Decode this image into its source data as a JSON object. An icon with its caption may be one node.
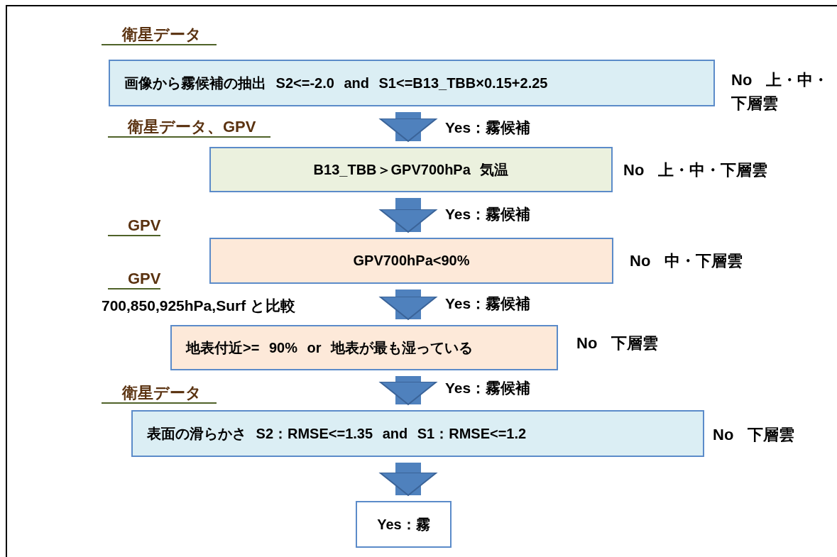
{
  "diagram": {
    "nodes": [
      {
        "text": [
          "画像から霧候補の抽出 S2<=-2.0 and S1<=B13_TBB×0.15+2.25"
        ],
        "beside": [
          "No 上・中・下層雲"
        ]
      },
      {
        "text": [
          "B13_TBB＞GPV700hPa 気温"
        ],
        "beside": [
          "No 上・中・下層雲"
        ]
      },
      {
        "text": [
          "GPV700hPa<90%"
        ],
        "beside": [
          "No 中・下層雲"
        ]
      },
      {
        "text": [
          "地表付近>= 90% or 地表が最も湿っている"
        ],
        "beside": [
          "No 下層雲"
        ]
      },
      {
        "text": [
          "表面の滑らかさ S2：RMSE<=1.35 and S1：RMSE<=1.2"
        ],
        "beside": [
          "No 下層雲"
        ]
      },
      {
        "text": [
          "Yes：霧"
        ]
      }
    ],
    "edges": [
      {
        "from": 0,
        "to": 1,
        "arrow": "to",
        "label": "Yes：霧候補"
      },
      {
        "from": 1,
        "to": 2,
        "arrow": "to",
        "label": "Yes：霧候補"
      },
      {
        "from": 2,
        "to": 3,
        "arrow": "to",
        "label": "Yes：霧候補"
      },
      {
        "from": 3,
        "to": 4,
        "arrow": "to",
        "label": "Yes：霧候補"
      },
      {
        "from": 4,
        "to": 5,
        "arrow": "to"
      }
    ],
    "labels": [
      "衛星データ",
      "衛星データ、GPV",
      "GPV",
      "GPV",
      "700,850,925hPa,Surf と比較",
      "衛星データ"
    ]
  }
}
